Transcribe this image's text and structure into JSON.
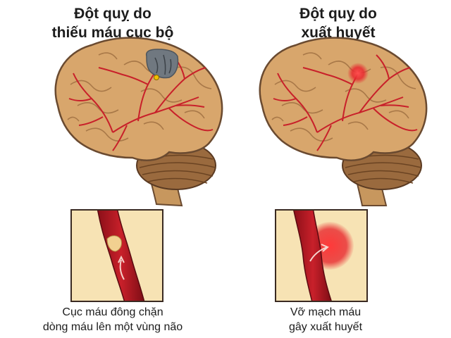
{
  "ischemic": {
    "title_line1": "Đột quỵ do",
    "title_line2": "thiếu máu cục bộ",
    "caption_line1": "Cục máu đông chặn",
    "caption_line2": "dòng máu lên một vùng não"
  },
  "hemorrhagic": {
    "title_line1": "Đột quỵ do",
    "title_line2": "xuất huyết",
    "caption_line1": "Vỡ mạch máu",
    "caption_line2": "gây xuất huyết"
  },
  "colors": {
    "brain_fill": "#d8a66c",
    "brain_outline": "#6a4a30",
    "vessel": "#c8202a",
    "cerebellum": "#9a6a3e",
    "stem": "#c7975e",
    "clot_area": "#707880",
    "bleed": "#e8282e",
    "inset_bg": "#f7e3b4"
  }
}
